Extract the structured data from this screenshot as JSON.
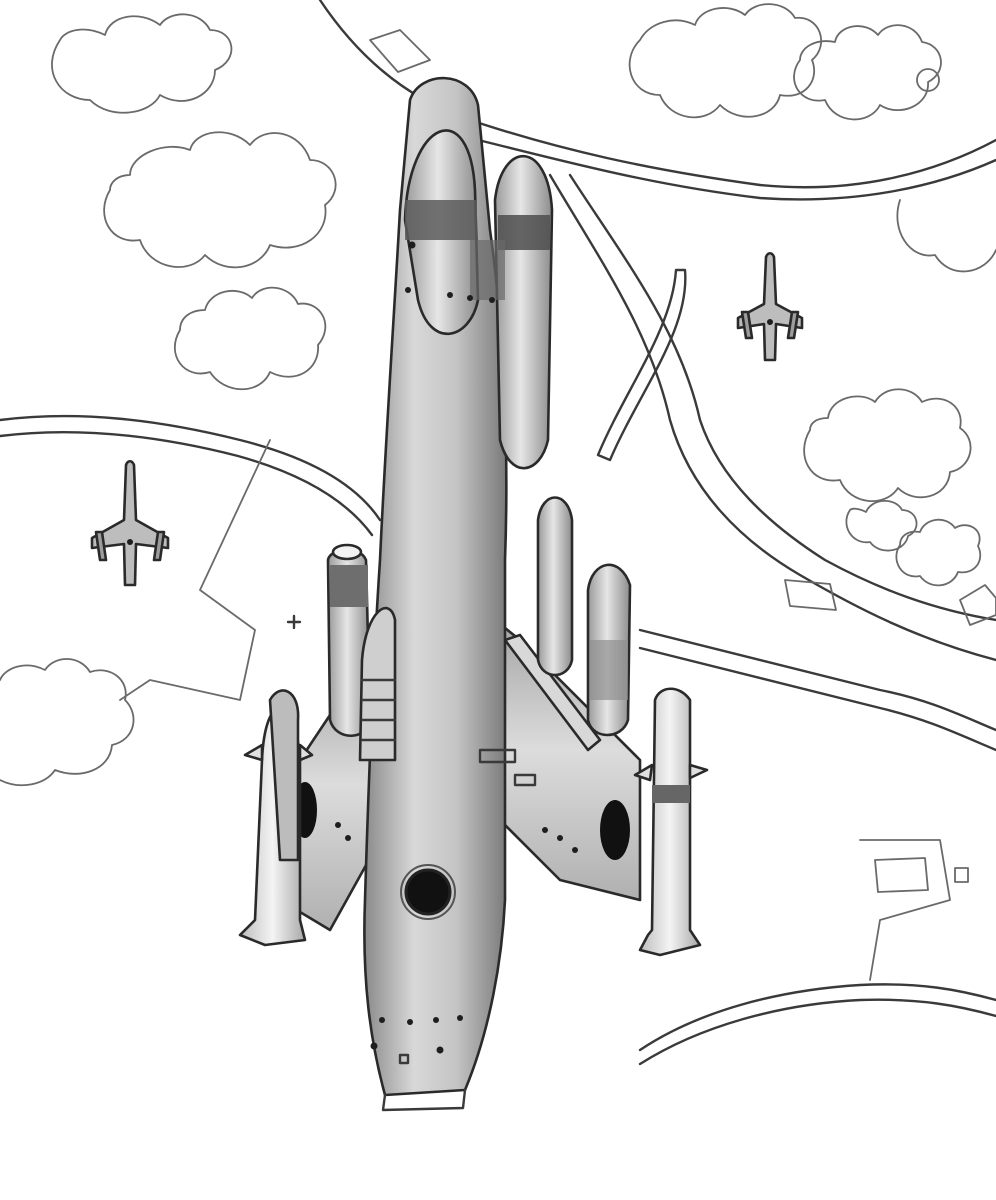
{
  "scene": {
    "subject": "hand-drawn-sketch",
    "palette": {
      "paper": "#ffffff",
      "pencil": "#3a3a3a",
      "shade_light": "#e4e4e4",
      "shade_mid": "#b8b8b8",
      "shade_dark": "#7e7e7e",
      "nozzle": "#111111"
    },
    "elements": {
      "escort_count": 2,
      "missile_count": 4
    }
  }
}
